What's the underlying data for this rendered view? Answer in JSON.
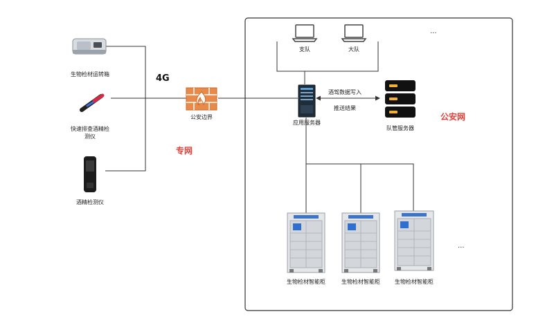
{
  "devices": {
    "transport_box": "生物检材运转箱",
    "screening_tester_line1": "快速排查酒精检",
    "screening_tester_line2": "测仪",
    "breathalyzer": "酒精检测仪"
  },
  "network_badge": "4G",
  "police_border": "公安边界",
  "private_network": "专网",
  "public_security_network": "公安网",
  "laptops": [
    "支队",
    "大队"
  ],
  "laptops_more": "...",
  "app_server": "应用服务器",
  "team_server": "队管服务器",
  "arrow_labels": {
    "write_data": "酒驾数据写入",
    "push_result": "推送结果"
  },
  "cabinets": [
    "生物检材智能柜",
    "生物检材智能柜",
    "生物检材智能柜"
  ],
  "cabinets_more": "...",
  "colors": {
    "zone_text": "#e5403a",
    "firewall": "#e88a4a",
    "server_dark": "#111111",
    "line": "#333333"
  }
}
